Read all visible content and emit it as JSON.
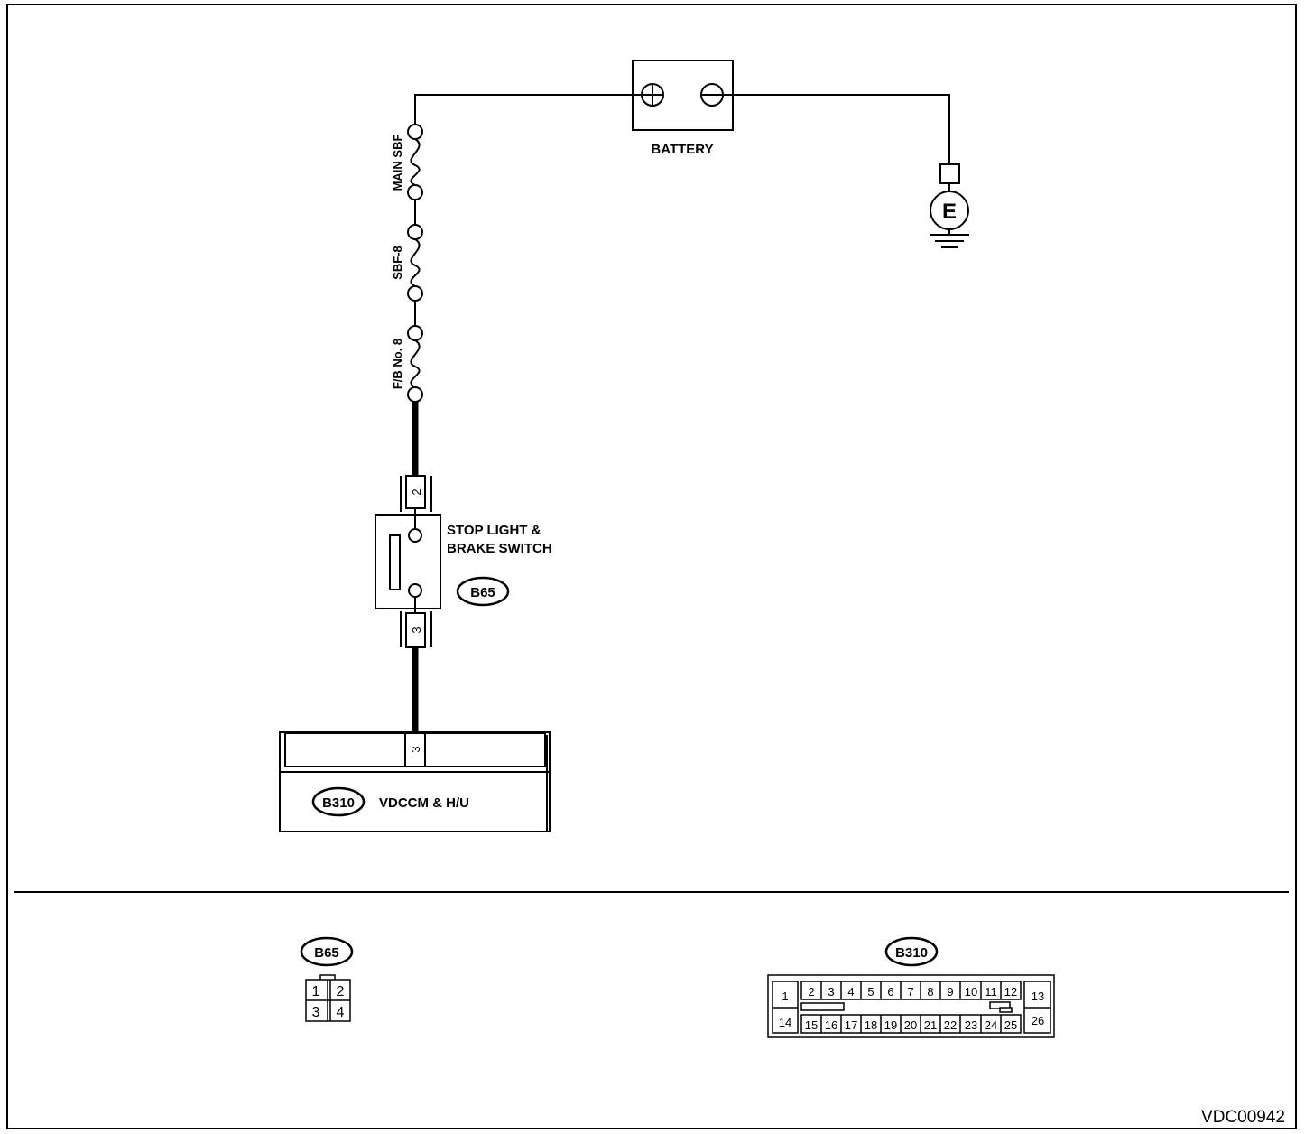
{
  "battery": {
    "label": "BATTERY",
    "plus_symbol": "plus-icon",
    "minus_symbol": "minus-icon"
  },
  "ground": {
    "label": "E"
  },
  "fuses": [
    {
      "label": "MAIN SBF"
    },
    {
      "label": "SBF-8"
    },
    {
      "label": "F/B No. 8"
    }
  ],
  "switch": {
    "name_line1": "STOP LIGHT &",
    "name_line2": "BRAKE SWITCH",
    "connector": "B65",
    "pin_top": "2",
    "pin_bottom": "3"
  },
  "module": {
    "connector": "B310",
    "name": "VDCCM & H/U",
    "pin": "3"
  },
  "connector_views": {
    "b65": {
      "label": "B65",
      "pins": [
        "1",
        "2",
        "3",
        "4"
      ]
    },
    "b310": {
      "label": "B310",
      "pins_row1": [
        "1",
        "2",
        "3",
        "4",
        "5",
        "6",
        "7",
        "8",
        "9",
        "10",
        "11",
        "12",
        "13"
      ],
      "pins_row2": [
        "14",
        "15",
        "16",
        "17",
        "18",
        "19",
        "20",
        "21",
        "22",
        "23",
        "24",
        "25",
        "26"
      ]
    }
  },
  "diagram_code": "VDC00942",
  "colors": {
    "line": "#000000",
    "background": "#ffffff"
  }
}
